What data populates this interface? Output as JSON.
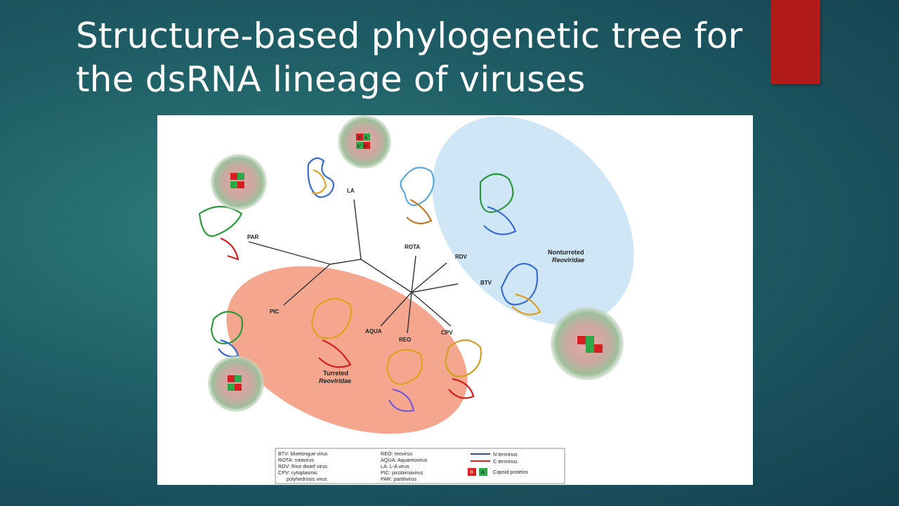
{
  "slide": {
    "title_line1": "Structure-based phylogenetic tree for",
    "title_line2": "the dsRNA lineage of viruses",
    "accent_color": "#b01a17"
  },
  "figure": {
    "leaves": {
      "la": "LA",
      "par": "PAR",
      "pic": "PIC",
      "rota": "ROTA",
      "rdv": "RDV",
      "btv": "BTV",
      "aqua": "AQUA",
      "reo": "REO",
      "cpv": "CPV"
    },
    "groups": {
      "nonturreted_line1": "Nonturreted",
      "nonturreted_line2": "Reoviridae",
      "turreted_line1": "Turreted",
      "turreted_line2": "Reoviridae"
    },
    "colors": {
      "nonturreted_fill": "#cfe6f6",
      "turreted_fill": "#f4a78e",
      "n_terminus": "#2c4fb0",
      "c_terminus": "#d42020",
      "capsid_b": "#d42020",
      "capsid_a": "#2fa84a"
    },
    "capsid_labels": {
      "a": "A",
      "b": "B",
      "a_prime": "A'",
      "b_prime": "B'"
    }
  },
  "legend": {
    "col1": [
      "BTV: bluetongue virus",
      "ROTA: rotavirus",
      "RDV: Rice dwarf virus",
      "CPV: cytoplasmic",
      "polyhedrosis virus"
    ],
    "col2": [
      "REO: reovirus",
      "AQUA: Aquareovirus",
      "LA: L-A virus",
      "PIC: picobirnavirus",
      "PAR: partitivirus"
    ],
    "n_terminus": "N terminus",
    "c_terminus": "C terminus",
    "capsid_b": "B",
    "capsid_a": "A",
    "capsid_proteins": "Capsid proteins"
  }
}
